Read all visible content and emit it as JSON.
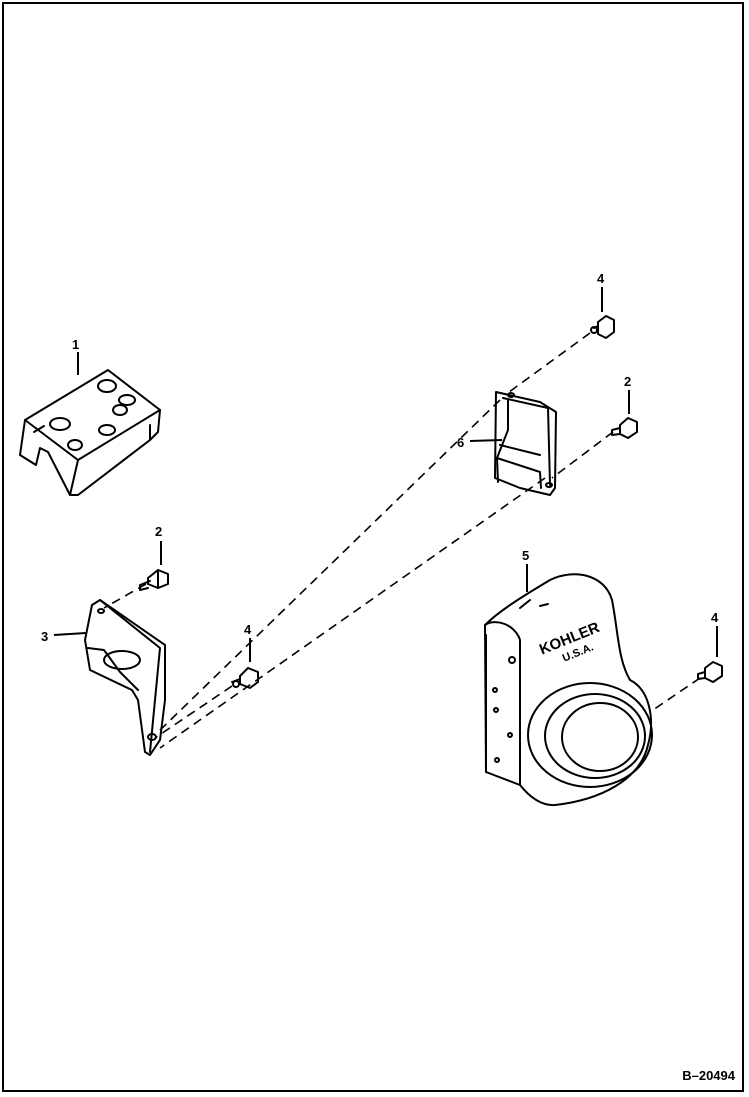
{
  "figure_id": "B–20494",
  "callouts": {
    "part_1": "1",
    "part_2_upper": "2",
    "part_2_lower": "2",
    "part_3": "3",
    "part_4_upper": "4",
    "part_4_left": "4",
    "part_4_right": "4",
    "part_5": "5",
    "part_6": "6"
  },
  "logo": {
    "brand": "KOHLER",
    "country": "U.S.A."
  }
}
